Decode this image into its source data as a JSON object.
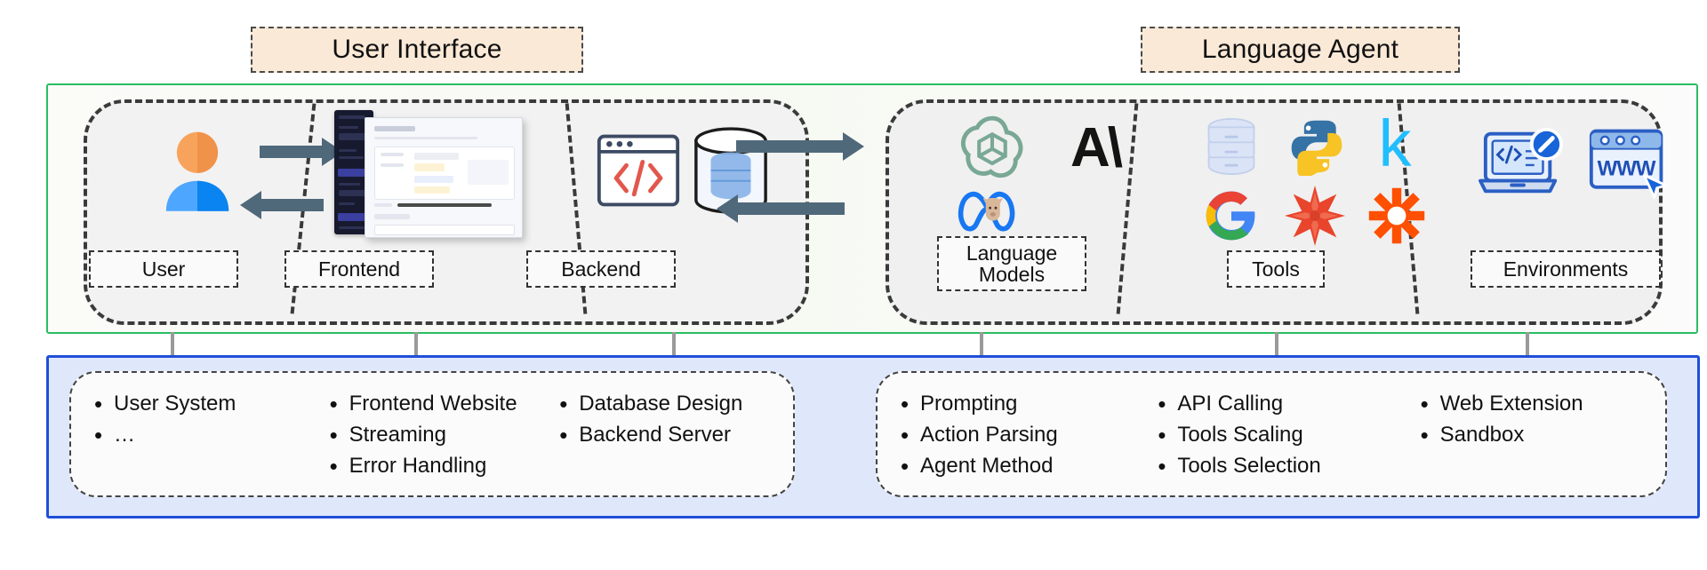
{
  "sections": {
    "ui_chip": "User Interface",
    "agent_chip": "Language Agent"
  },
  "colors": {
    "chip_fill": "#fbe9d7",
    "chip_border": "#4a4a4a",
    "green_panel_border": "#2bbd63",
    "blue_panel_border": "#1f4fd8",
    "blue_panel_fill": "#dfe7fb",
    "capsule_fill": "#f2f2f2",
    "arrow": "#50697a",
    "connector": "#9a9a9a"
  },
  "ui_cells": [
    {
      "label": "User",
      "icon": "user-avatar-icon"
    },
    {
      "label": "Frontend",
      "icon": "frontend-app-screenshot-icon"
    },
    {
      "label": "Backend",
      "icon": "code-window-and-database-icon"
    }
  ],
  "agent_cells": [
    {
      "label": "Language\nModels",
      "label_line1": "Language",
      "label_line2": "Models",
      "icon": "llm-logos-icon"
    },
    {
      "label": "Tools",
      "icon": "tool-logos-icon"
    },
    {
      "label": "Environments",
      "icon": "environment-logos-icon"
    }
  ],
  "llm_logos": [
    {
      "name": "openai-logo-icon",
      "color": "#79a895"
    },
    {
      "name": "anthropic-logo-icon",
      "color": "#141413",
      "text": "A\\"
    },
    {
      "name": "meta-llama-logo-icon",
      "color": "#1877f2"
    }
  ],
  "tool_logos": [
    {
      "name": "database-stack-icon",
      "color": "#c7d3f0"
    },
    {
      "name": "python-logo-icon",
      "color": "#3572a5"
    },
    {
      "name": "kaggle-logo-icon",
      "color": "#20beff",
      "text": "k"
    },
    {
      "name": "google-logo-icon",
      "color": "#4285f4"
    },
    {
      "name": "wolfram-logo-icon",
      "color": "#dd1100"
    },
    {
      "name": "zapier-logo-icon",
      "color": "#ff4f00"
    }
  ],
  "environment_logos": [
    {
      "name": "laptop-code-icon",
      "color": "#2563c9"
    },
    {
      "name": "www-browser-icon",
      "color": "#2563c9",
      "text": "WWW"
    }
  ],
  "exchange_arrows": [
    {
      "name": "user-to-frontend-arrow",
      "direction": "right"
    },
    {
      "name": "frontend-to-user-arrow",
      "direction": "left"
    },
    {
      "name": "backend-to-agent-arrow",
      "direction": "right"
    },
    {
      "name": "agent-to-backend-arrow",
      "direction": "left"
    }
  ],
  "bottom_left_columns": [
    {
      "items": [
        "User System",
        "…"
      ]
    },
    {
      "items": [
        "Frontend Website",
        "Streaming",
        "Error Handling"
      ]
    },
    {
      "items": [
        "Database Design",
        "Backend Server"
      ]
    }
  ],
  "bottom_right_columns": [
    {
      "items": [
        "Prompting",
        "Action Parsing",
        "Agent Method"
      ]
    },
    {
      "items": [
        "API Calling",
        "Tools Scaling",
        "Tools Selection"
      ]
    },
    {
      "items": [
        "Web Extension",
        "Sandbox"
      ]
    }
  ],
  "bullet_glyph": "•"
}
